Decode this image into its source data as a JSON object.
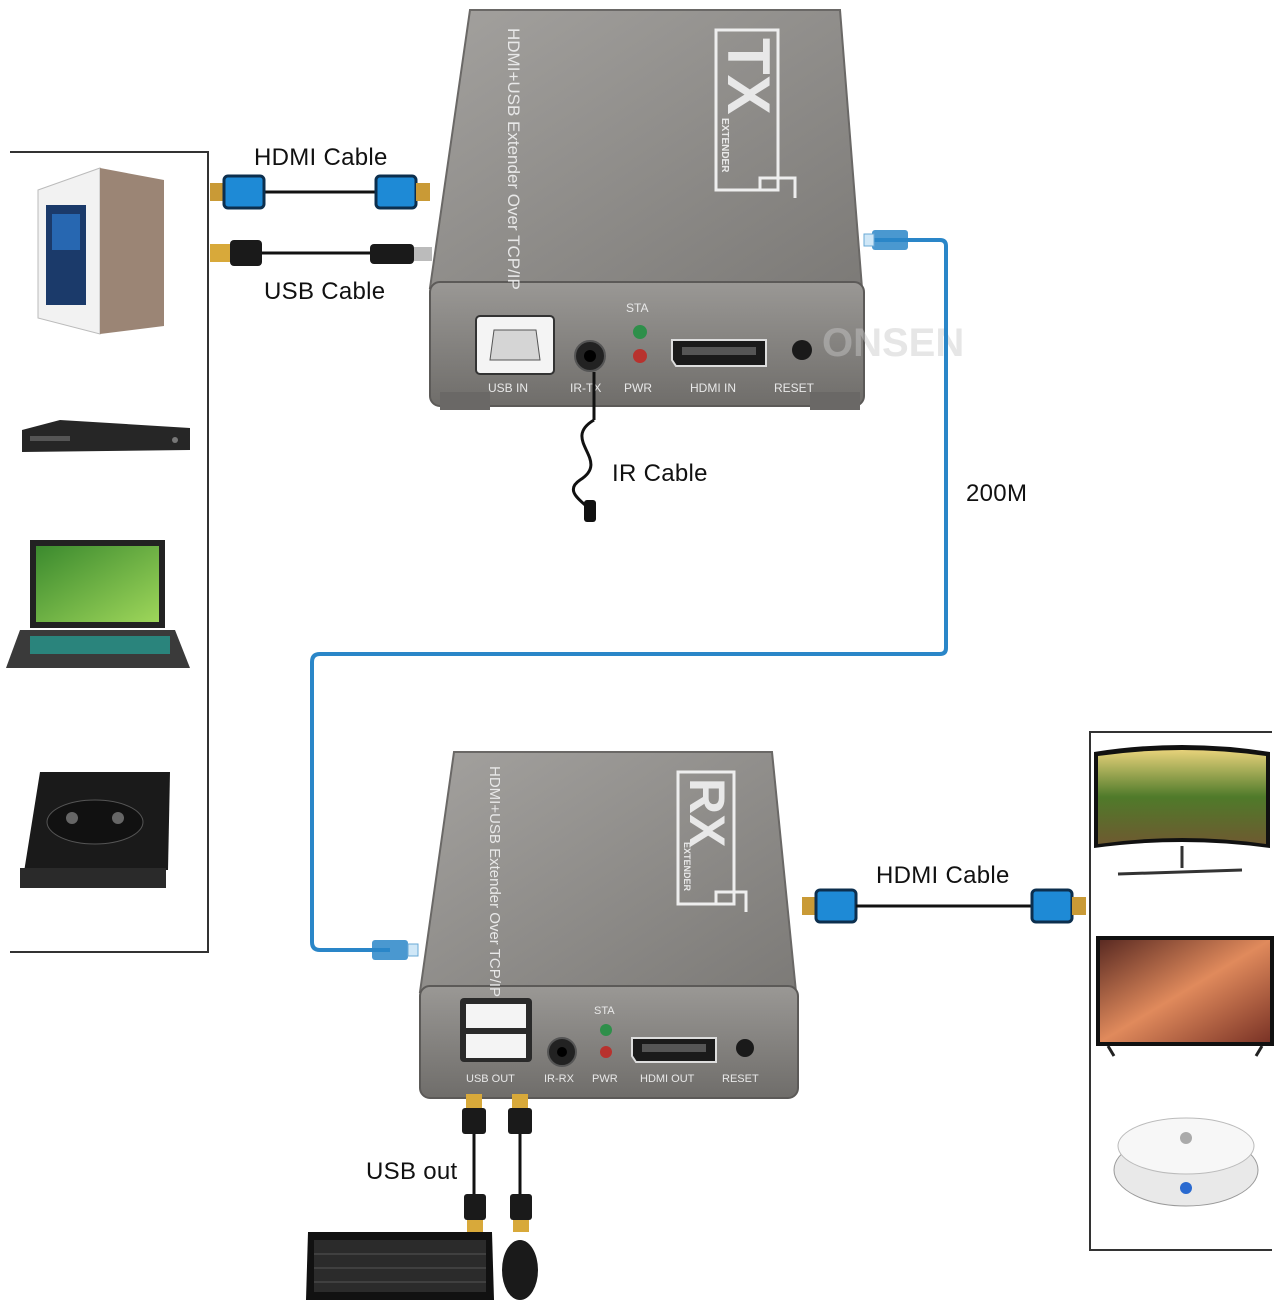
{
  "labels": {
    "hdmi_cable_top": "HDMI Cable",
    "usb_cable": "USB Cable",
    "ir_cable": "IR Cable",
    "distance": "200M",
    "hdmi_cable_bottom": "HDMI Cable",
    "usb_out": "USB out"
  },
  "tx_unit": {
    "badge": "TX",
    "badge_sub": "EXTENDER",
    "title": "HDMI+USB Extender Over TCP/IP",
    "led_top": "STA",
    "ports": [
      "USB IN",
      "IR-TX",
      "PWR",
      "HDMI IN",
      "RESET"
    ]
  },
  "rx_unit": {
    "badge": "RX",
    "badge_sub": "EXTENDER",
    "title": "HDMI+USB Extender Over TCP/IP",
    "led_top": "STA",
    "ports": [
      "USB OUT",
      "IR-RX",
      "PWR",
      "HDMI OUT",
      "RESET"
    ]
  },
  "watermark": "ONSEN",
  "colors": {
    "device_body": "#8d8b88",
    "cable_blue": "#2a86c8",
    "hdmi_blue": "#1e8ad6",
    "usb_gold": "#d8a93a"
  }
}
